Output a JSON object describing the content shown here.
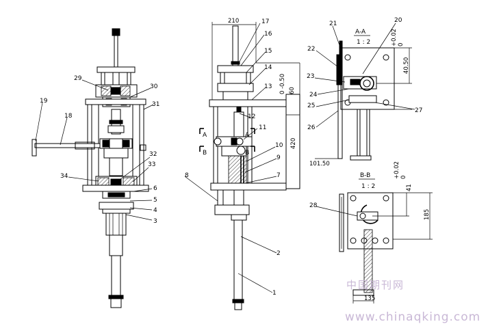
{
  "figure": {
    "labels_left": [
      "29",
      "30",
      "31",
      "19",
      "18",
      "32",
      "33",
      "34",
      "6",
      "5",
      "4",
      "3"
    ],
    "labels_mid": [
      "210",
      "17",
      "16",
      "15",
      "14",
      "13",
      "12",
      "11",
      "A",
      "A",
      "B",
      "B",
      "10",
      "9",
      "7",
      "8",
      "2",
      "1"
    ],
    "dims_mid": [
      "0  -0.50",
      "60",
      "420"
    ],
    "labels_right_top": [
      "21",
      "20",
      "A-A",
      "1 : 2",
      "22",
      "23",
      "24",
      "25",
      "26",
      "27"
    ],
    "dims_right_top": [
      "+0.02",
      "0",
      "40.50",
      "101.50"
    ],
    "labels_right_bottom": [
      "B-B",
      "1 : 2",
      "28"
    ],
    "dims_right_bottom": [
      "+0.02",
      "0",
      "41",
      "185",
      "135"
    ]
  },
  "watermark": {
    "cn": "中国期刊网",
    "url": "www.chinaqking.com"
  }
}
